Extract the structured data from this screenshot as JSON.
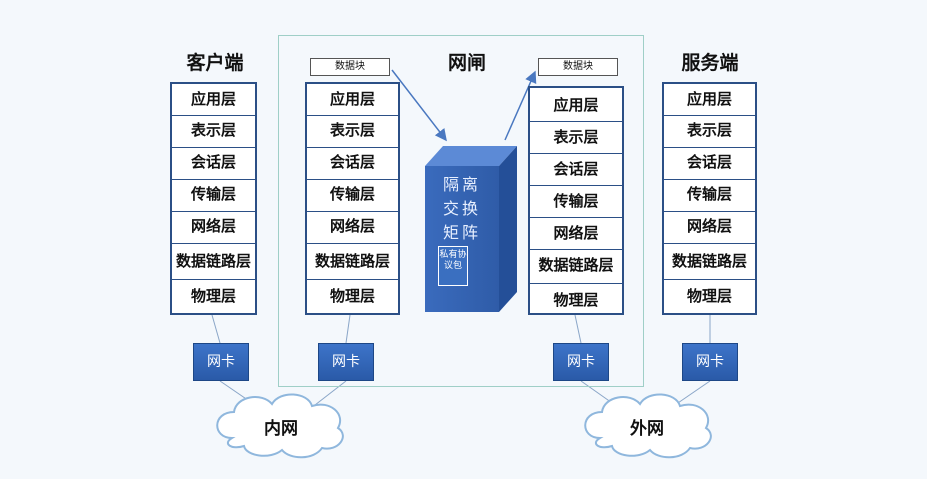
{
  "titles": {
    "client": "客户端",
    "gateway": "网闸",
    "server": "服务端"
  },
  "layers": [
    "应用层",
    "表示层",
    "会话层",
    "传输层",
    "网络层",
    "数据链路层",
    "物理层"
  ],
  "nic_label": "网卡",
  "datablock_label": "数据块",
  "matrix": {
    "line1": "隔离",
    "line2": "交换",
    "line3": "矩阵",
    "protocol": "私有协议包"
  },
  "clouds": {
    "intranet": "内网",
    "extranet": "外网"
  },
  "colors": {
    "stack_border": "#2b4f86",
    "nic_fill": "#3d74c9",
    "matrix_fill": "#3a6bbd",
    "frame": "#9fcfc7"
  }
}
